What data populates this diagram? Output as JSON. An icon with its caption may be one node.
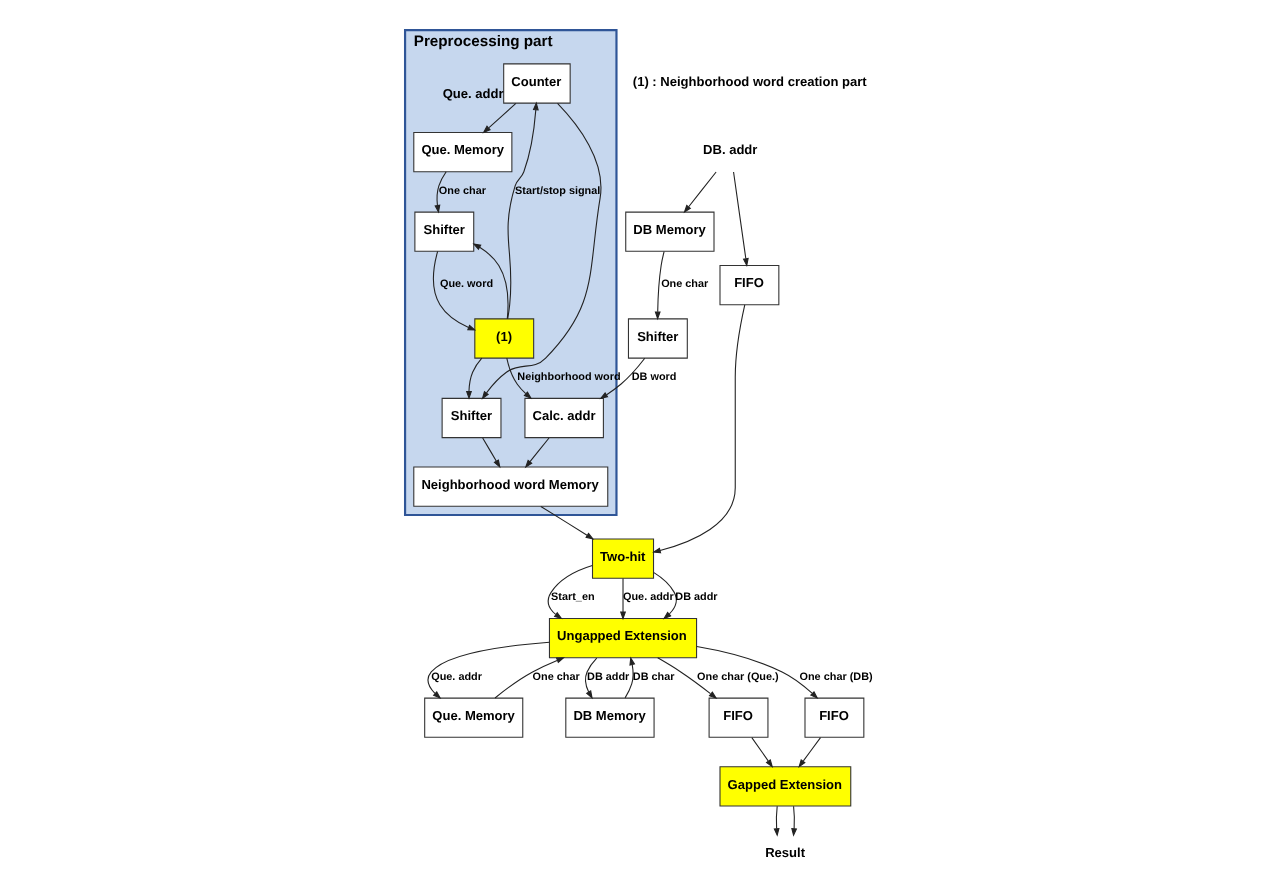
{
  "diagram": {
    "nodes": [
      {
        "text": [
          "Preprocessing part"
        ]
      },
      {
        "text": [
          "Counter"
        ],
        "in": 0,
        "beside": [
          "Que. addr"
        ]
      },
      {
        "text": [
          "Que. Memory"
        ],
        "in": 0
      },
      {
        "text": [
          "Shifter"
        ],
        "in": 0
      },
      {
        "text": [
          "(1)"
        ],
        "in": 0
      },
      {
        "text": [
          "Shifter"
        ],
        "in": 0
      },
      {
        "text": [
          "Calc. addr"
        ],
        "in": 0
      },
      {
        "text": [
          "Neighborhood word Memory"
        ],
        "in": 0
      },
      {
        "text": [
          "Shifter"
        ]
      },
      {
        "text": [
          "Two-hit"
        ]
      },
      {
        "text": [
          "DB Memory"
        ]
      },
      {
        "text": [
          "FIFO"
        ]
      },
      {
        "text": [
          "Ungapped Extension"
        ]
      },
      {
        "text": [
          "Que. Memory"
        ]
      },
      {
        "text": [
          "DB Memory"
        ]
      },
      {
        "text": [
          "FIFO"
        ]
      },
      {
        "text": [
          "FIFO"
        ]
      },
      {
        "text": [
          "Gapped Extension"
        ]
      },
      {
        "text": [
          "DB. addr"
        ]
      },
      {
        "text": [
          "Result"
        ]
      }
    ],
    "edges": [
      {
        "from": 1,
        "to": 2,
        "arrow": "to"
      },
      {
        "from": 1,
        "to": 5,
        "arrow": "to"
      },
      {
        "from": 4,
        "to": 1,
        "arrow": "to",
        "label": "Start/stop signal"
      },
      {
        "from": 4,
        "to": 3,
        "arrow": "to"
      },
      {
        "from": 4,
        "to": 5,
        "arrow": "to"
      },
      {
        "from": 2,
        "to": 3,
        "arrow": "to",
        "label": "One char"
      },
      {
        "from": 3,
        "to": 4,
        "arrow": "to",
        "label": "Que. word"
      },
      {
        "from": 4,
        "to": 6,
        "arrow": "to",
        "label": "Neighborhood word"
      },
      {
        "from": 6,
        "to": 7,
        "arrow": "to"
      },
      {
        "from": 5,
        "to": 7,
        "arrow": "to"
      },
      {
        "from": 7,
        "to": 9,
        "arrow": "to"
      },
      {
        "from": 8,
        "to": 6,
        "arrow": "to",
        "label": "DB word"
      },
      {
        "from": 10,
        "to": 8,
        "arrow": "to",
        "label": "One char"
      },
      {
        "from": 18,
        "to": 11,
        "arrow": "to"
      },
      {
        "from": 18,
        "to": 10,
        "arrow": "to"
      },
      {
        "from": 11,
        "to": 9,
        "arrow": "to"
      },
      {
        "from": 9,
        "to": 12,
        "arrow": "to",
        "label": "Start_en"
      },
      {
        "from": 9,
        "to": 12,
        "arrow": "to",
        "label": "Que. addr"
      },
      {
        "from": 9,
        "to": 12,
        "arrow": "to",
        "label": "DB addr"
      },
      {
        "from": 12,
        "to": 13,
        "arrow": "to",
        "label": "Que. addr"
      },
      {
        "from": 13,
        "to": 12,
        "arrow": "to",
        "label": "One char"
      },
      {
        "from": 12,
        "to": 14,
        "arrow": "to",
        "label": "DB addr"
      },
      {
        "from": 14,
        "to": 12,
        "arrow": "to",
        "label": "DB char"
      },
      {
        "from": 12,
        "to": 15,
        "arrow": "to",
        "label": "One char (Que.)"
      },
      {
        "from": 12,
        "to": 16,
        "arrow": "to",
        "label": "One char (DB)"
      },
      {
        "from": 15,
        "to": 17,
        "arrow": "to"
      },
      {
        "from": 16,
        "to": 17,
        "arrow": "to"
      },
      {
        "from": 17,
        "to": 19,
        "arrow": "to"
      },
      {
        "from": 17,
        "to": 19,
        "arrow": "to"
      }
    ],
    "labels": [
      "(1) : Neighborhood word creation part"
    ]
  }
}
